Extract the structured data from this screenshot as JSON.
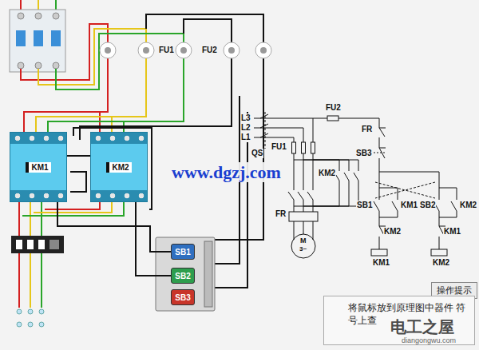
{
  "diagram": {
    "nodes": [
      {
        "text": [
          "KM1"
        ]
      },
      {
        "text": [
          "KM2"
        ]
      },
      {
        "text": [
          "SB1"
        ]
      },
      {
        "text": [
          "SB2"
        ]
      },
      {
        "text": [
          "SB3"
        ]
      },
      {
        "text": [
          "操作提示"
        ]
      },
      {
        "text": [
          "将鼠标放到原理图中器件 符号上查"
        ]
      }
    ],
    "edges": [
      {
        "from": 0,
        "to": 1,
        "arrow": "none"
      },
      {
        "from": 0,
        "to": 2,
        "arrow": "none"
      },
      {
        "from": 1,
        "to": 3,
        "arrow": "none"
      }
    ],
    "labels": [
      "FU1",
      "FU2",
      "www.dgzj.com",
      "L3",
      "L2",
      "L1",
      "QS",
      "FU1",
      "FU2",
      "FR",
      "SB3",
      "SB1",
      "KM1",
      "SB2",
      "KM2",
      "KM2",
      "KM1",
      "KM1",
      "KM2",
      "FR",
      "M",
      "3~",
      "KM2",
      "电工之屋",
      "diangongwu.com"
    ]
  }
}
